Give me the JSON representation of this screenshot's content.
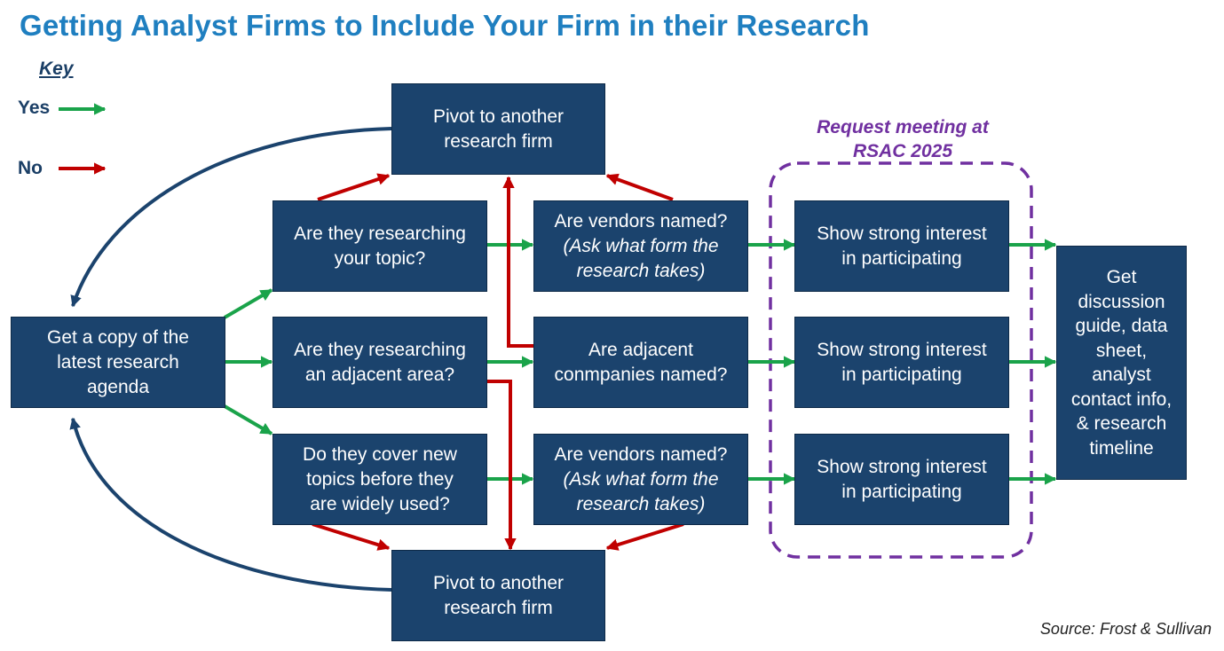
{
  "title": "Getting Analyst Firms to Include Your Firm in their Research",
  "key": {
    "title": "Key",
    "yes": "Yes",
    "no": "No",
    "yes_color": "#1aa34a",
    "no_color": "#c00000"
  },
  "colors": {
    "box_fill": "#1b436d",
    "title": "#1f7fc0",
    "rsac": "#7030a0",
    "loop_arrow": "#1b436d"
  },
  "nodes": {
    "start": {
      "lines": [
        "Get a copy of the",
        "latest research",
        "agenda"
      ]
    },
    "pivot_top": {
      "lines": [
        "Pivot to another",
        "research firm"
      ]
    },
    "pivot_bottom": {
      "lines": [
        "Pivot to another",
        "research firm"
      ]
    },
    "q_topic": {
      "lines": [
        "Are they researching",
        "your topic?"
      ]
    },
    "q_adjacent": {
      "lines": [
        "Are they researching",
        "an adjacent area?"
      ]
    },
    "q_new": {
      "lines": [
        "Do they cover new",
        "topics before they",
        "are widely used?"
      ]
    },
    "q_vendors_1": {
      "line1": "Are vendors named?",
      "line2": "(Ask what form the",
      "line3": "research takes)"
    },
    "q_adjacent_named": {
      "lines": [
        "Are adjacent",
        "conmpanies named?"
      ]
    },
    "q_vendors_2": {
      "line1": "Are vendors named?",
      "line2": "(Ask what form the",
      "line3": "research takes)"
    },
    "interest_1": {
      "lines": [
        "Show strong interest",
        "in participating"
      ]
    },
    "interest_2": {
      "lines": [
        "Show strong interest",
        "in participating"
      ]
    },
    "interest_3": {
      "lines": [
        "Show strong interest",
        "in participating"
      ]
    },
    "final": {
      "lines": [
        "Get",
        "discussion",
        "guide, data",
        "sheet,",
        "analyst",
        "contact info,",
        "& research",
        "timeline"
      ]
    }
  },
  "rsac_label": [
    "Request meeting at",
    "RSAC 2025"
  ],
  "source": "Source: Frost & Sullivan"
}
